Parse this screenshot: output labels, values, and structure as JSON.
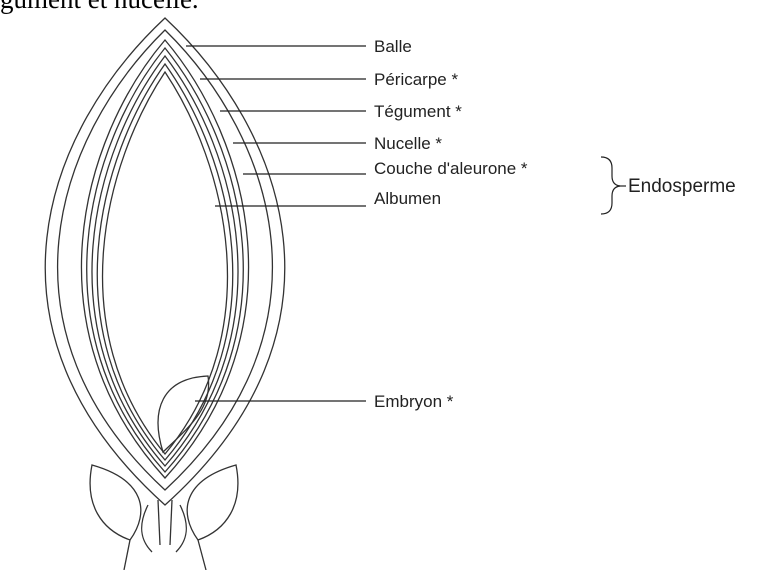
{
  "caption": "gument et nucelle.",
  "labels": {
    "balle": "Balle",
    "pericarpe": "Péricarpe *",
    "tegument": "Tégument *",
    "nucelle": "Nucelle *",
    "aleurone": "Couche d'aleurone *",
    "albumen": "Albumen",
    "embryon": "Embryon *"
  },
  "group_label": "Endosperme"
}
